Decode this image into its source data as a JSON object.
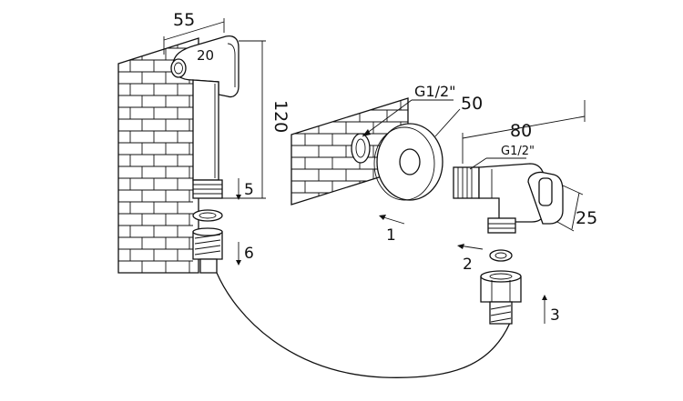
{
  "labels": {
    "width_top": "55",
    "nozzle": "20",
    "height": "120",
    "thread_top": "G1/2\"",
    "flange": "50",
    "valve_length": "80",
    "thread_valve": "G1/2\"",
    "valve_height": "25",
    "step1": "1",
    "step2": "2",
    "step3": "3",
    "step5": "5",
    "step6": "6"
  },
  "colors": {
    "line": "#111111",
    "background": "#ffffff"
  }
}
